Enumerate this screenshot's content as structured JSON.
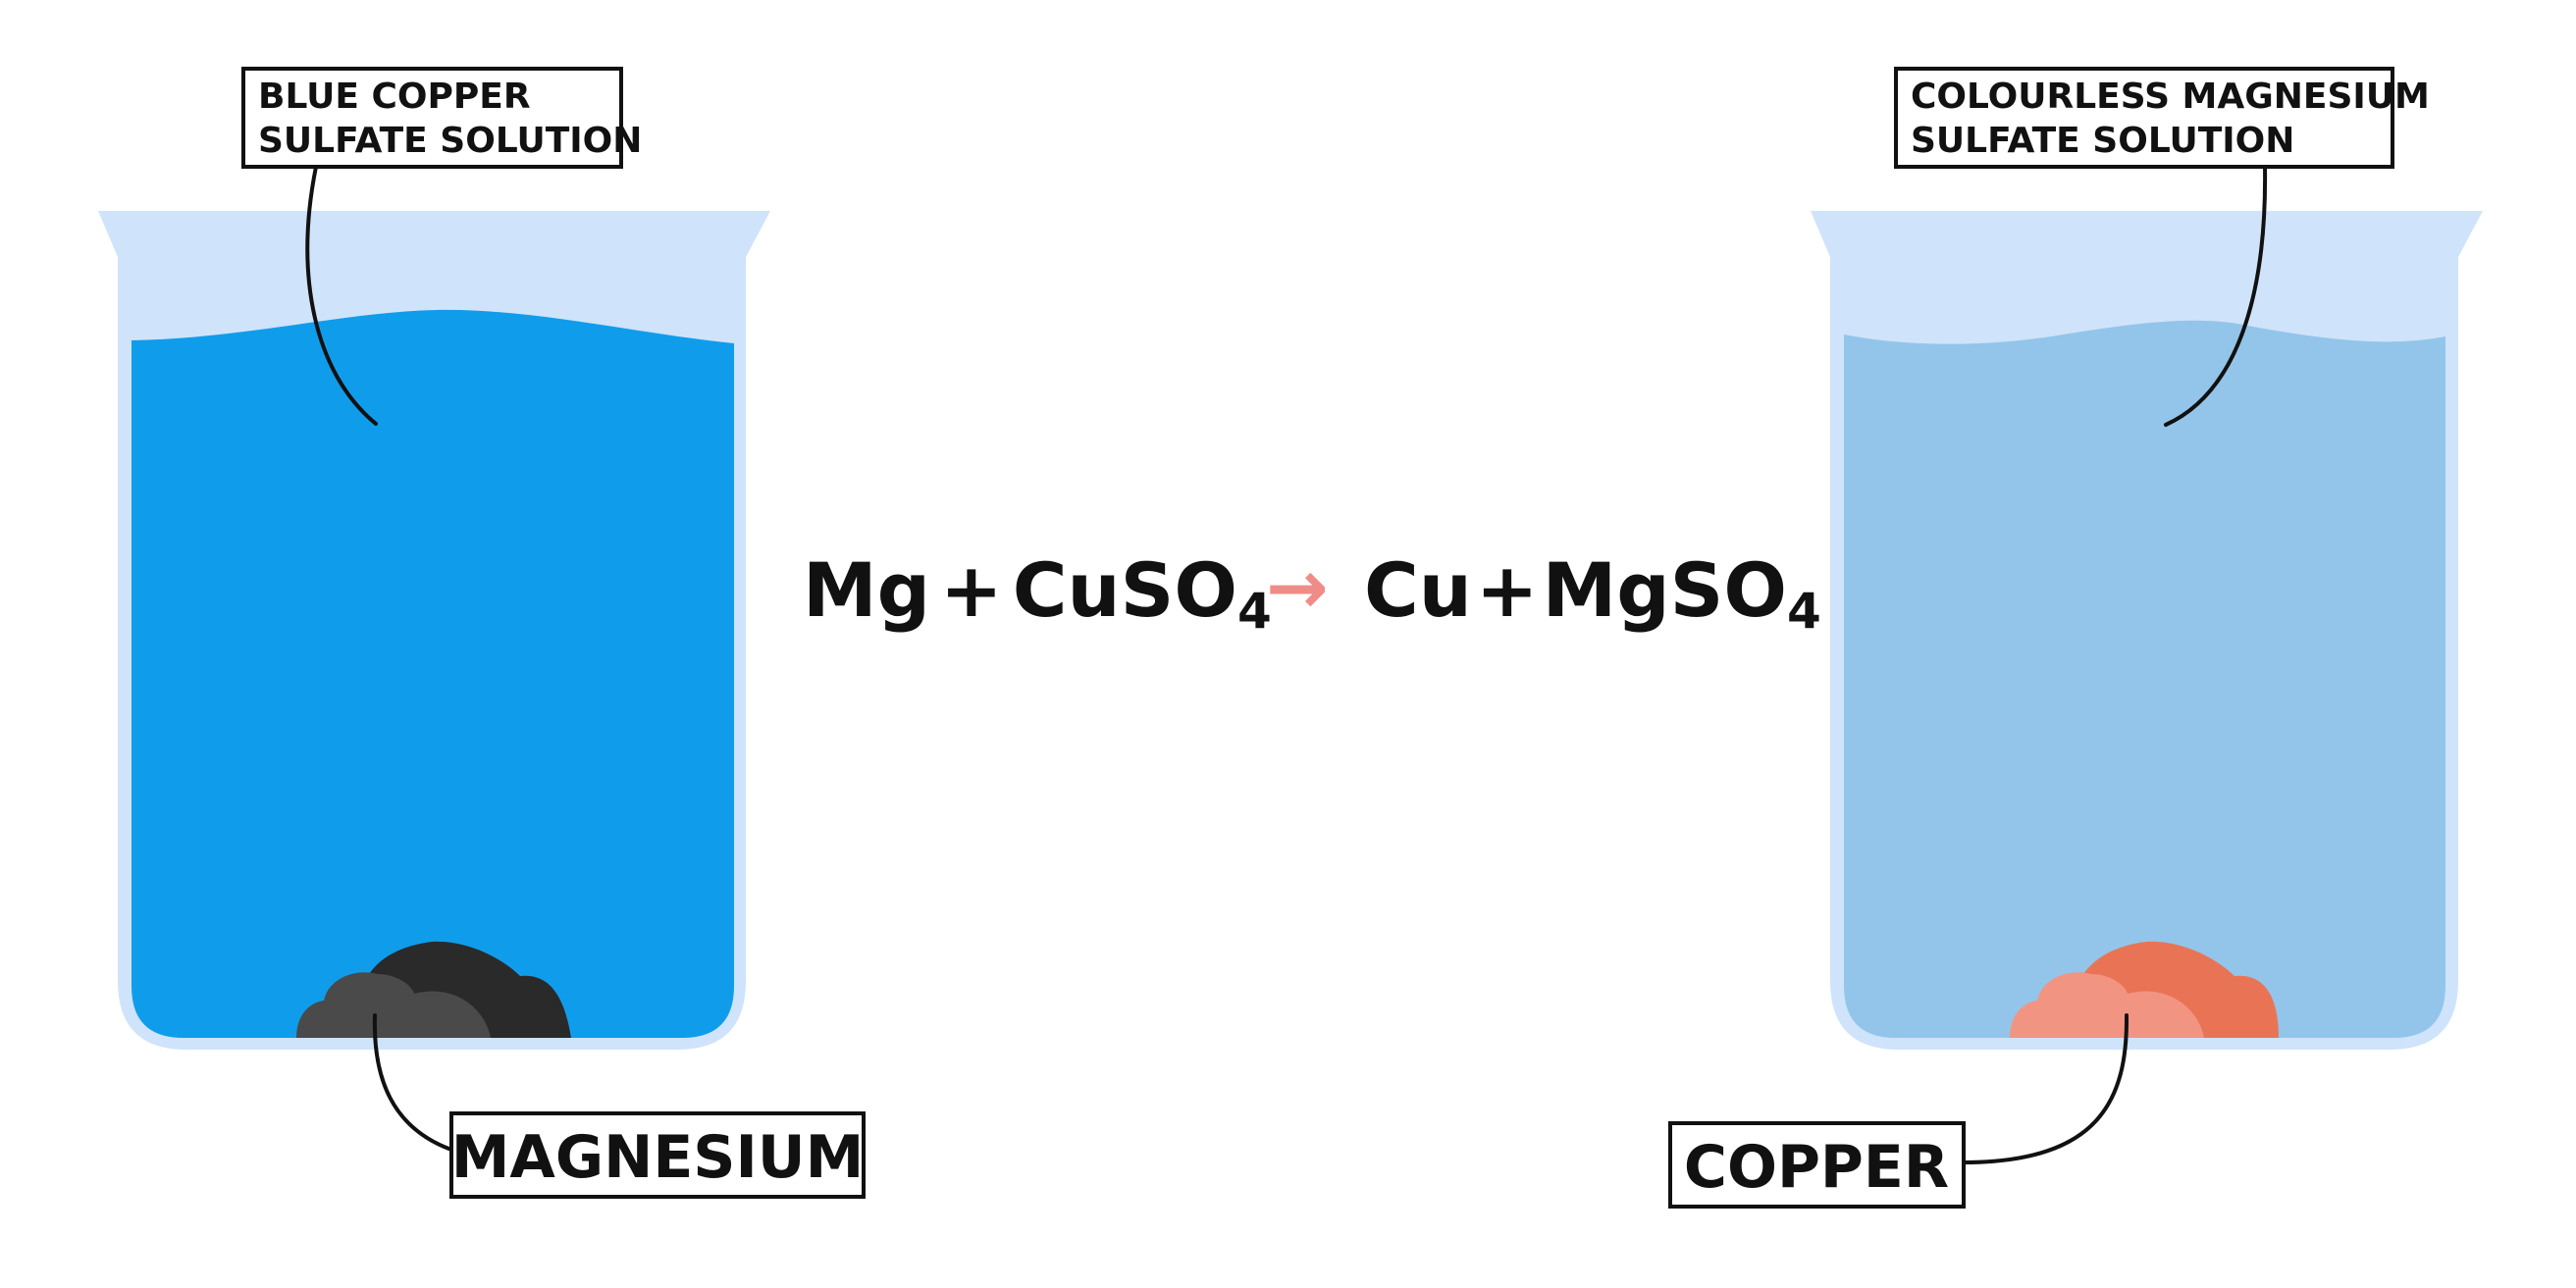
{
  "labels": {
    "left_solution": [
      "BLUE COPPER",
      "SULFATE SOLUTION"
    ],
    "left_solid": "MAGNESIUM",
    "right_solution": [
      "COLOURLESS MAGNESIUM",
      "SULFATE SOLUTION"
    ],
    "right_solid": "COPPER"
  },
  "equation": {
    "reactant_1": "Mg",
    "plus_1": "+",
    "reactant_2": "CuSO",
    "reactant_2_subscript": "4",
    "arrow": "→",
    "product_1": "Cu",
    "plus_2": "+",
    "product_2": "MgSO",
    "product_2_subscript": "4"
  },
  "colors": {
    "beaker_glass": "#cfe3fb",
    "blue_solution": "#0f9deb",
    "colourless_solution": "#93c5ea",
    "magnesium_dark": "#2a2a2a",
    "magnesium_light": "#4a4a4a",
    "copper_dark": "#e97455",
    "copper_light": "#f29482",
    "arrow": "#f08c87"
  }
}
